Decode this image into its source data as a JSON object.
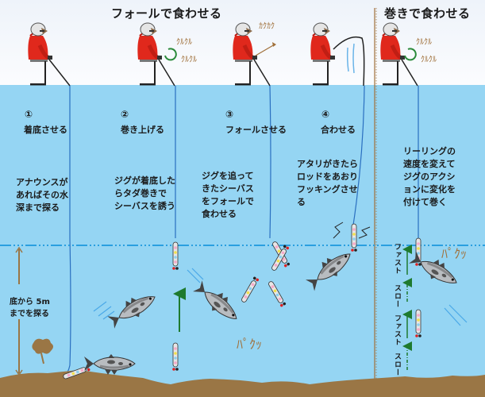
{
  "header": {
    "title_fall": "フォールで食わせる",
    "title_reel": "巻きで食わせる"
  },
  "steps": [
    {
      "num": "①",
      "label": "着底させる",
      "desc": "アナウンスが\nあればその水\n深まで探る"
    },
    {
      "num": "②",
      "label": "巻き上げる",
      "desc": "ジグが着底した\nらタダ巻きで\nシーバスを誘う"
    },
    {
      "num": "③",
      "label": "フォールさせる",
      "desc": "ジグを追って\nきたシーバス\nをフォールで\n食わせる"
    },
    {
      "num": "④",
      "label": "合わせる",
      "desc": "アタリがきたら\nロッドをあおり\nフッキングさせ\nる"
    }
  ],
  "reel_section": {
    "desc": "リーリングの\n速度を変えて\nジグのアクシ\nョンに変化を\n付けて巻く",
    "speed_labels": [
      "ファスト",
      "スロー",
      "ファスト",
      "スロー"
    ]
  },
  "depth_note": "底から 5m\nまでを探る",
  "sound_effects": {
    "reel": "ｸﾙｸﾙ",
    "twitch": "ｶｸｶｸ",
    "bite": "ﾊﾟｸｯ"
  },
  "colors": {
    "sky": "#f6f9fd",
    "water": "#95d5f3",
    "seabed": "#9a7645",
    "depth_line": "#2a9fe0",
    "arrow_green": "#1e7a2e",
    "divider_brown": "#a0703a",
    "jacket_red": "#e0281c",
    "fishing_line": "#2a6fc0"
  }
}
